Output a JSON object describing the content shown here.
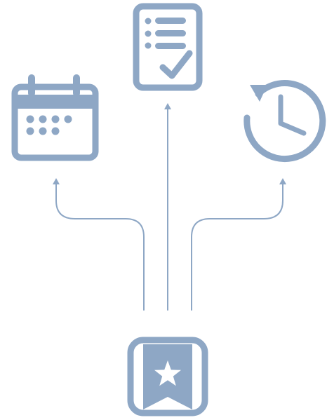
{
  "diagram": {
    "style": {
      "icon_color": "#8ea7c5",
      "line_color": "#8ea7c5",
      "background": "#ffffff"
    },
    "nodes": [
      {
        "id": "calendar",
        "icon": "calendar-icon"
      },
      {
        "id": "checklist",
        "icon": "checklist-document-icon"
      },
      {
        "id": "history",
        "icon": "history-clock-icon"
      },
      {
        "id": "source",
        "icon": "bookmark-star-app-icon"
      }
    ],
    "edges": [
      {
        "from": "source",
        "to": "calendar"
      },
      {
        "from": "source",
        "to": "checklist"
      },
      {
        "from": "source",
        "to": "history"
      }
    ]
  }
}
